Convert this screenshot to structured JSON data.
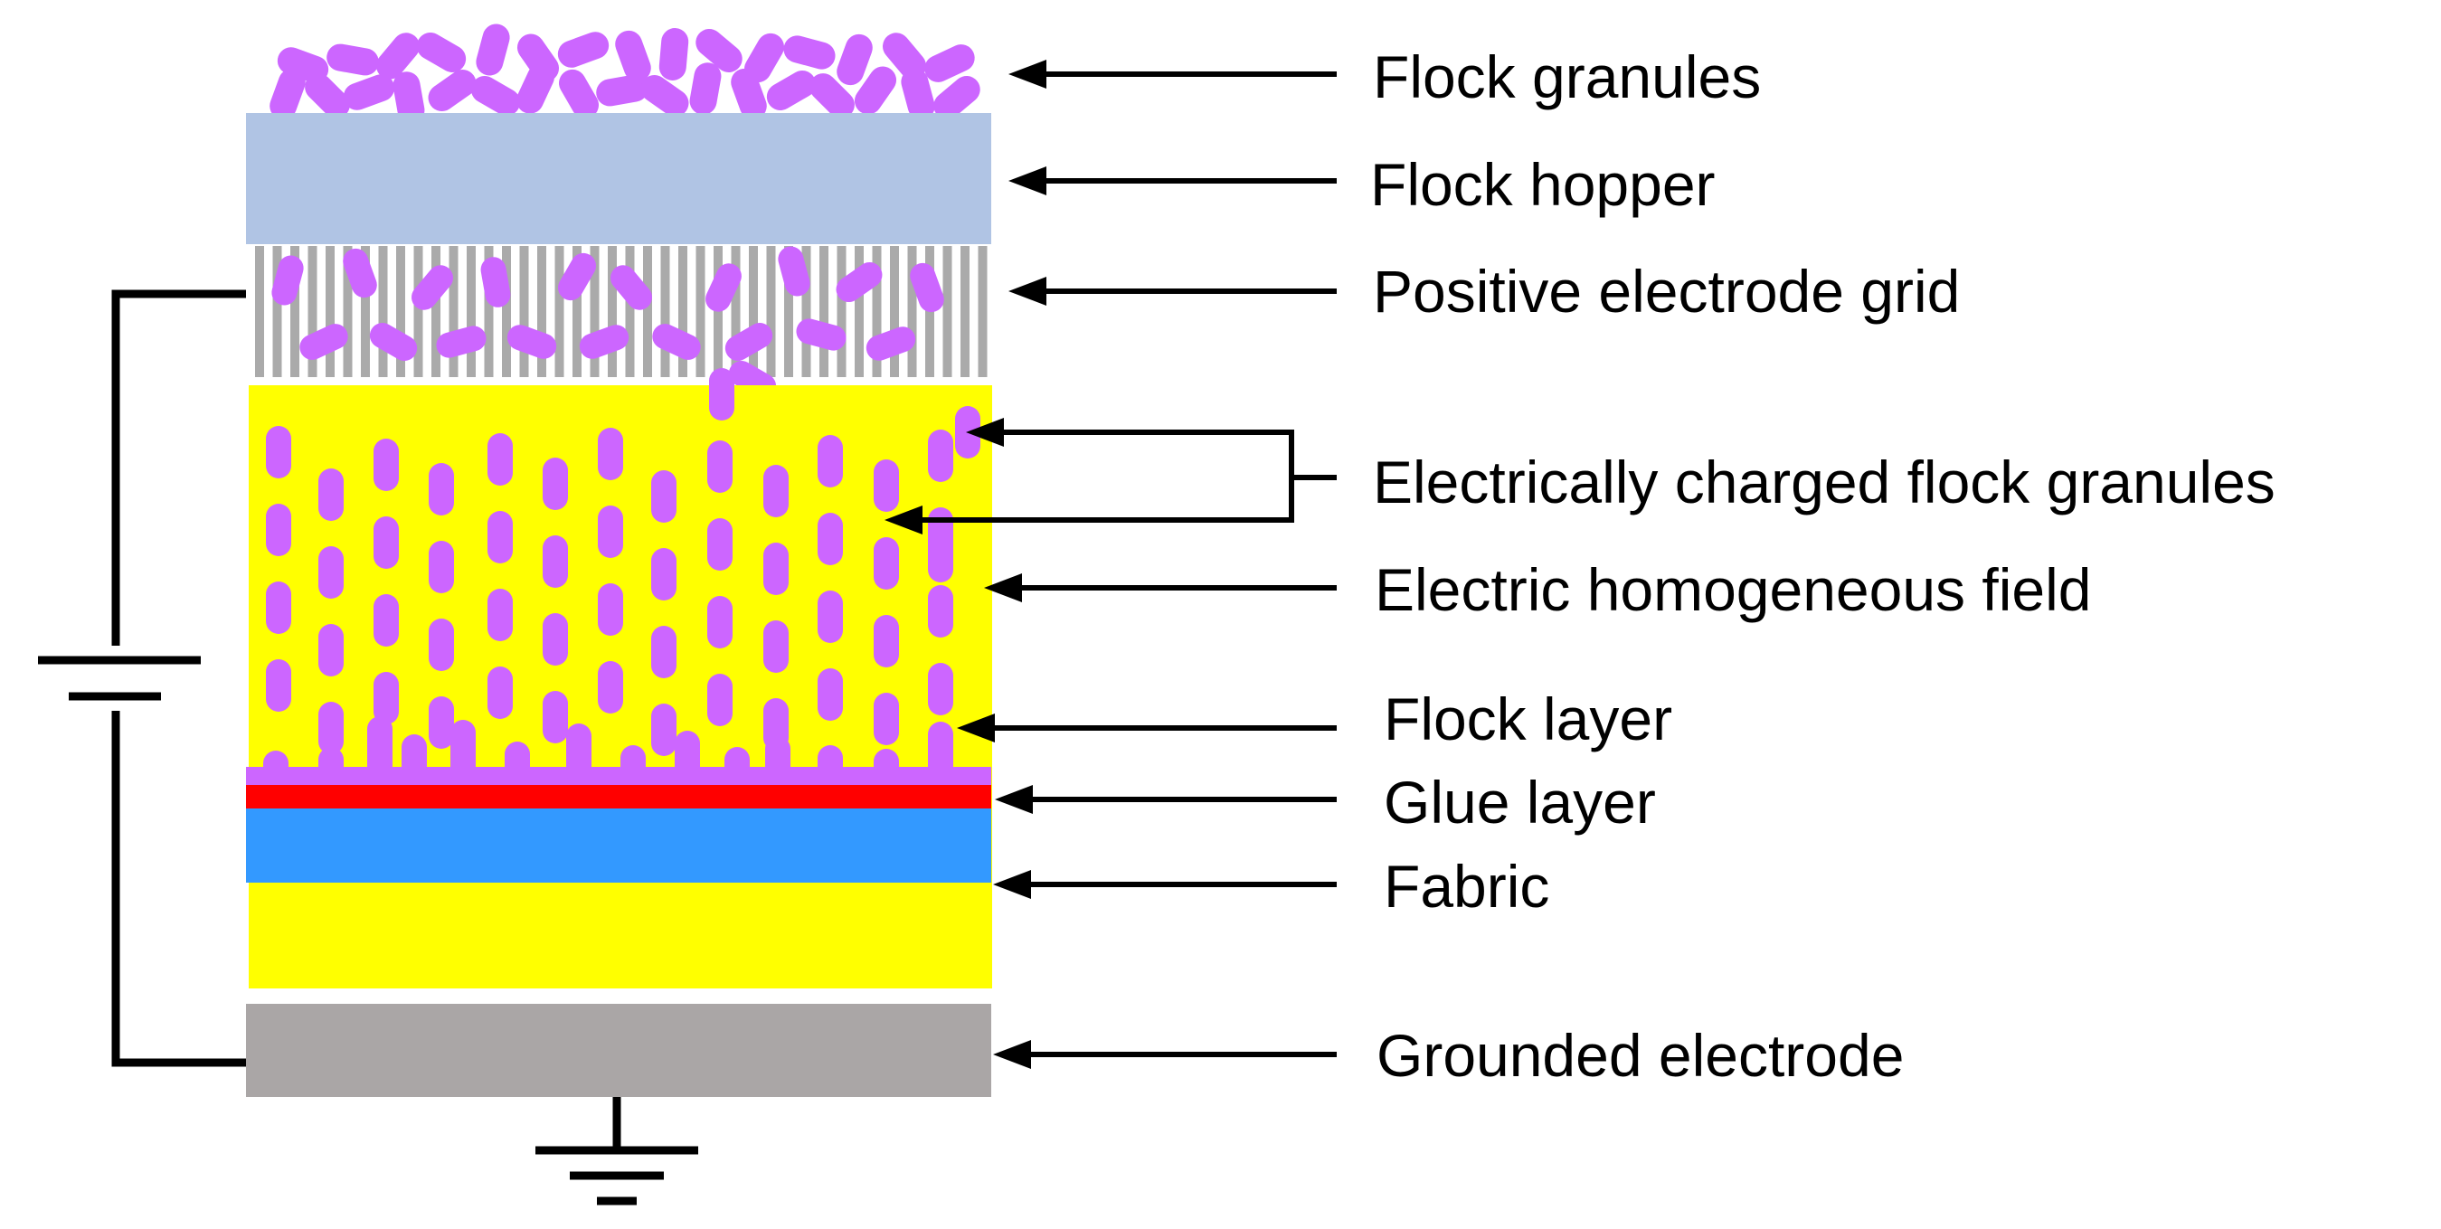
{
  "labels": {
    "flock_granules": "Flock granules",
    "flock_hopper": "Flock hopper",
    "positive_electrode_grid": "Positive electrode grid",
    "charged_flock_granules": "Electrically charged flock granules",
    "electric_field": "Electric homogeneous field",
    "flock_layer": "Flock layer",
    "glue_layer": "Glue layer",
    "fabric": "Fabric",
    "grounded_electrode": "Grounded electrode"
  },
  "colors": {
    "flock": "#CC66FF",
    "hopper": "#B0C4E4",
    "grid": "#AAAAAA",
    "field": "#FFFF00",
    "glue": "#FF0000",
    "fabric": "#3399FF",
    "grounded_electrode": "#AAA6A6",
    "wire": "#000000"
  }
}
